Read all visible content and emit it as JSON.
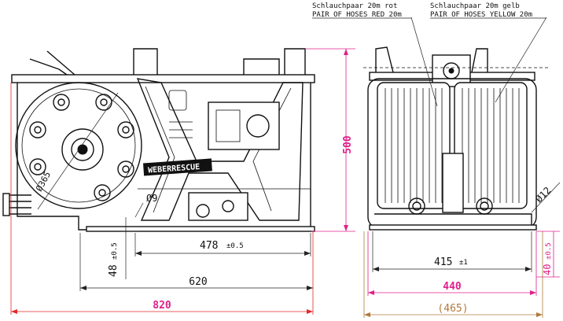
{
  "labels": {
    "hose_red_de": "Schlauchpaar 20m rot",
    "hose_red_en": "PAIR OF HOSES RED 20m",
    "hose_yellow_de": "Schlauchpaar 20m gelb",
    "hose_yellow_en": "PAIR OF HOSES YELLOW 20m",
    "brand": "WEBERRESCUE"
  },
  "dimensions": {
    "height_500": "500",
    "width_820": "820",
    "width_620": "620",
    "width_478": "478",
    "tol_478": "±0.5",
    "height_48": "48",
    "tol_48": "±0.5",
    "dia_365": "Ø365",
    "dia_9": "Ø9",
    "dia_12": "Ø12",
    "width_415": "415",
    "tol_415": "±1",
    "width_440": "440",
    "width_465": "(465)",
    "height_40": "40",
    "tol_40": "±0.5"
  },
  "colors": {
    "magenta": "#e0208a",
    "red": "#e5282a",
    "brown": "#b07a3a"
  }
}
